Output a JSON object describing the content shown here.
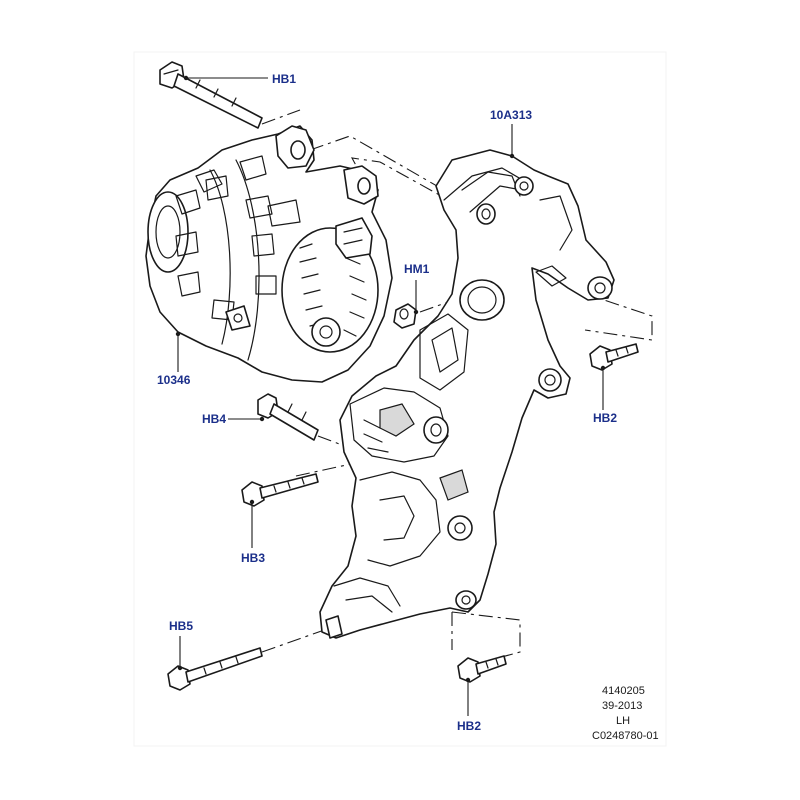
{
  "callouts": {
    "hb1": "HB1",
    "part_10a313": "10A313",
    "hm1": "HM1",
    "part_10346": "10346",
    "hb4": "HB4",
    "hb2_upper": "HB2",
    "hb3": "HB3",
    "hb5": "HB5",
    "hb2_lower": "HB2"
  },
  "reference_block": {
    "line1": "4140205",
    "line2": "39-2013",
    "line3": "LH",
    "line4": "C0248780-01"
  },
  "colors": {
    "callout_text": "#1b2f8a",
    "line_art": "#1a1a1a"
  }
}
